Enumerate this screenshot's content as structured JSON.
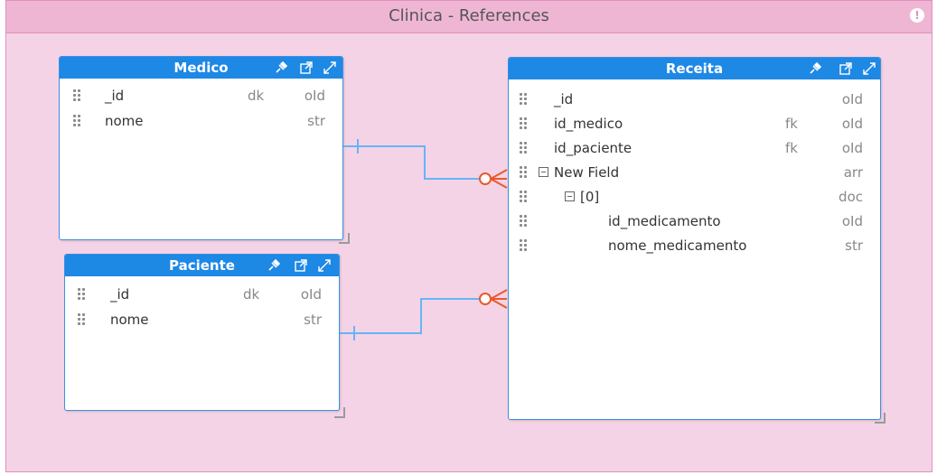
{
  "container": {
    "title": "Clinica - References",
    "alert_icon": "!"
  },
  "entities": {
    "medico": {
      "title": "Medico",
      "fields": [
        {
          "name": "_id",
          "key": "dk",
          "type": "oId"
        },
        {
          "name": "nome",
          "key": "",
          "type": "str"
        }
      ]
    },
    "paciente": {
      "title": "Paciente",
      "fields": [
        {
          "name": "_id",
          "key": "dk",
          "type": "oId"
        },
        {
          "name": "nome",
          "key": "",
          "type": "str"
        }
      ]
    },
    "receita": {
      "title": "Receita",
      "fields": [
        {
          "name": "_id",
          "key": "",
          "type": "oId"
        },
        {
          "name": "id_medico",
          "key": "fk",
          "type": "oId"
        },
        {
          "name": "id_paciente",
          "key": "fk",
          "type": "oId"
        },
        {
          "name": "New Field",
          "key": "",
          "type": "arr"
        },
        {
          "name": "[0]",
          "key": "",
          "type": "doc"
        },
        {
          "name": "id_medicamento",
          "key": "",
          "type": "oId"
        },
        {
          "name": "nome_medicamento",
          "key": "",
          "type": "str"
        }
      ]
    }
  },
  "icons": [
    "pin-icon",
    "open-external-icon",
    "expand-icon"
  ],
  "colors": {
    "entity_header": "#1e88e5",
    "container_bg": "#f5d3e6",
    "relation_line": "#64b5f6",
    "crows_foot": "#e65a2d"
  }
}
